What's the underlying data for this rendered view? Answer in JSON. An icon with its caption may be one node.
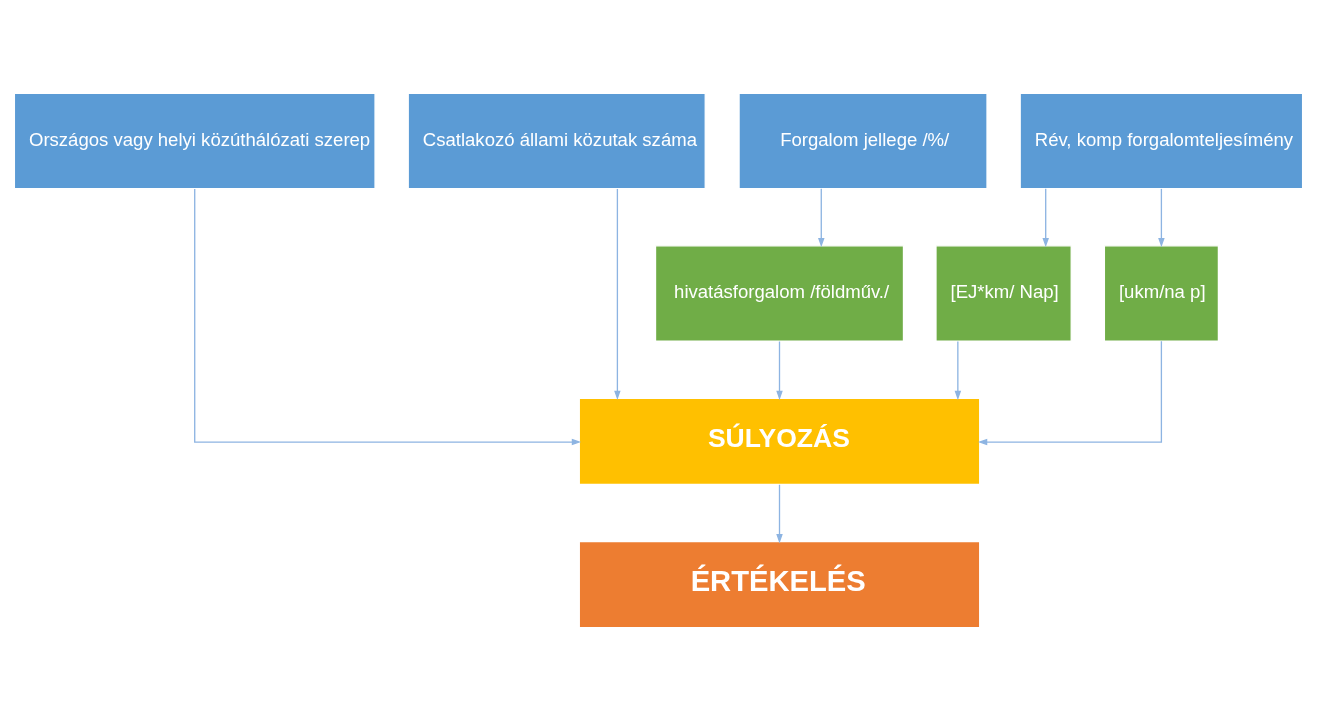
{
  "diagram": {
    "nodes": [
      {
        "text": [
          "Országos vagy helyi közúthálózati szerep"
        ]
      },
      {
        "text": [
          "Csatlakozó állami közutak száma"
        ]
      },
      {
        "text": [
          "Forgalom jellege /%/"
        ]
      },
      {
        "text": [
          "Rév, komp forgalomteljesímény"
        ]
      },
      {
        "text": [
          "hivatásforgalom /földműv./"
        ]
      },
      {
        "text": [
          "[EJ*km/ Nap]"
        ]
      },
      {
        "text": [
          "[ukm/na p]"
        ]
      },
      {
        "text": [
          "SÚLYOZÁS"
        ]
      },
      {
        "text": [
          "ÉRTÉKELÉS"
        ]
      }
    ],
    "edges": [
      {
        "from": 2,
        "to": 4,
        "arrow": "to"
      },
      {
        "from": 3,
        "to": 5,
        "arrow": "to"
      },
      {
        "from": 3,
        "to": 6,
        "arrow": "to"
      },
      {
        "from": 0,
        "to": 7,
        "arrow": "to"
      },
      {
        "from": 1,
        "to": 7,
        "arrow": "to"
      },
      {
        "from": 4,
        "to": 7,
        "arrow": "to"
      },
      {
        "from": 5,
        "to": 7,
        "arrow": "to"
      },
      {
        "from": 6,
        "to": 7,
        "arrow": "to"
      },
      {
        "from": 7,
        "to": 8,
        "arrow": "to"
      }
    ]
  }
}
